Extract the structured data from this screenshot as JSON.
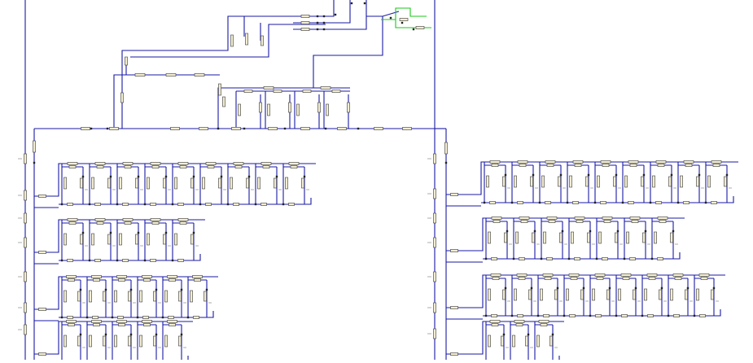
{
  "diagram": {
    "kind": "electrical single-line schematic",
    "colors": {
      "background": "#ffffff",
      "wire": "#1a1aa6",
      "component_fill": "#f2edd2",
      "component_stroke": "#3a3a3a",
      "label": "#5a5a5a",
      "highlight": "#19c819",
      "source": "#222222"
    },
    "left_column": {
      "feeder_groups": [
        {
          "id": "L1",
          "cells": 9
        },
        {
          "id": "L2",
          "cells": 5
        },
        {
          "id": "L3",
          "cells": 6
        },
        {
          "id": "L4",
          "cells": 5
        }
      ]
    },
    "right_column": {
      "feeder_groups": [
        {
          "id": "R1",
          "cells": 9
        },
        {
          "id": "R2",
          "cells": 7
        },
        {
          "id": "R3",
          "cells": 9
        },
        {
          "id": "R4",
          "cells": 3
        }
      ]
    },
    "middle_block": {
      "cells": 4
    },
    "top_upstream": {
      "sources": 3
    }
  }
}
